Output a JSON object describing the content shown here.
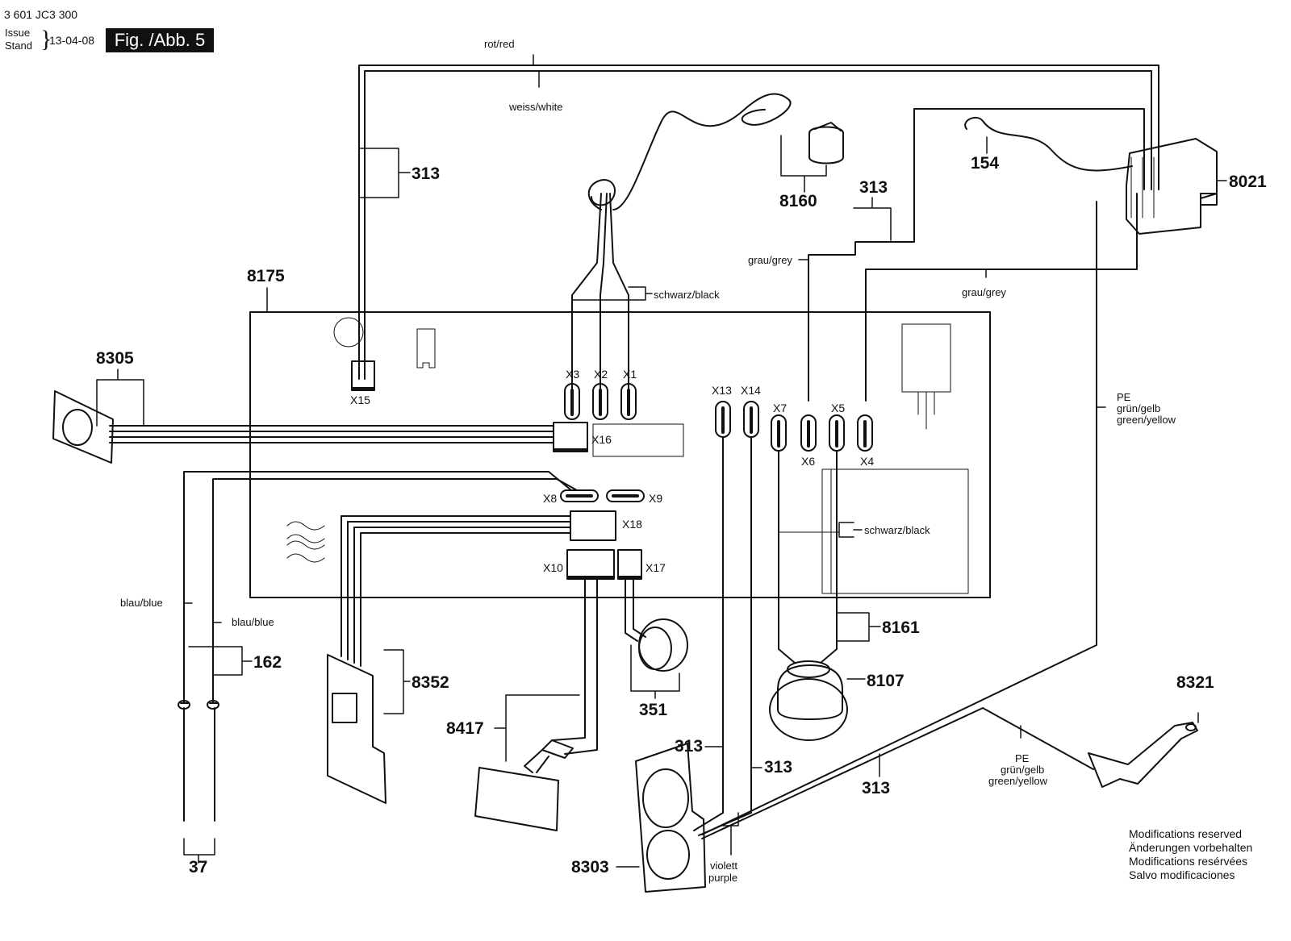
{
  "header": {
    "code": "3 601 JC3 300",
    "issue_label": "Issue",
    "stand_label": "Stand",
    "date": "13-04-08",
    "figure": "Fig. /Abb. 5"
  },
  "wire_labels": {
    "red": "rot/red",
    "white": "weiss/white",
    "black_top": "schwarz/black",
    "grey_left": "grau/grey",
    "grey_right": "grau/grey",
    "black_mid": "schwarz/black",
    "blue_left": "blau/blue",
    "blue_right": "blau/blue",
    "pe_right_1": "PE",
    "pe_right_2": "grün/gelb",
    "pe_right_3": "green/yellow",
    "pe_bottom_1": "PE",
    "pe_bottom_2": "grün/gelb",
    "pe_bottom_3": "green/yellow",
    "violet_1": "violett",
    "violet_2": "purple"
  },
  "connectors": {
    "x1": "X1",
    "x2": "X2",
    "x3": "X3",
    "x4": "X4",
    "x5": "X5",
    "x6": "X6",
    "x7": "X7",
    "x8": "X8",
    "x9": "X9",
    "x10": "X10",
    "x13": "X13",
    "x14": "X14",
    "x15": "X15",
    "x16": "X16",
    "x17": "X17",
    "x18": "X18"
  },
  "parts": {
    "p313_top": "313",
    "p313_mid": "313",
    "p313_b1": "313",
    "p313_b2": "313",
    "p313_b3": "313",
    "p8175": "8175",
    "p8305": "8305",
    "p8160": "8160",
    "p154": "154",
    "p8021": "8021",
    "p8161": "8161",
    "p8107": "8107",
    "p162": "162",
    "p8352": "8352",
    "p8417": "8417",
    "p351": "351",
    "p8321": "8321",
    "p8303": "8303",
    "p37": "37"
  },
  "footer": {
    "line1": "Modifications reserved",
    "line2": "Änderungen vorbehalten",
    "line3": "Modifications resérvées",
    "line4": "Salvo modificaciones"
  }
}
